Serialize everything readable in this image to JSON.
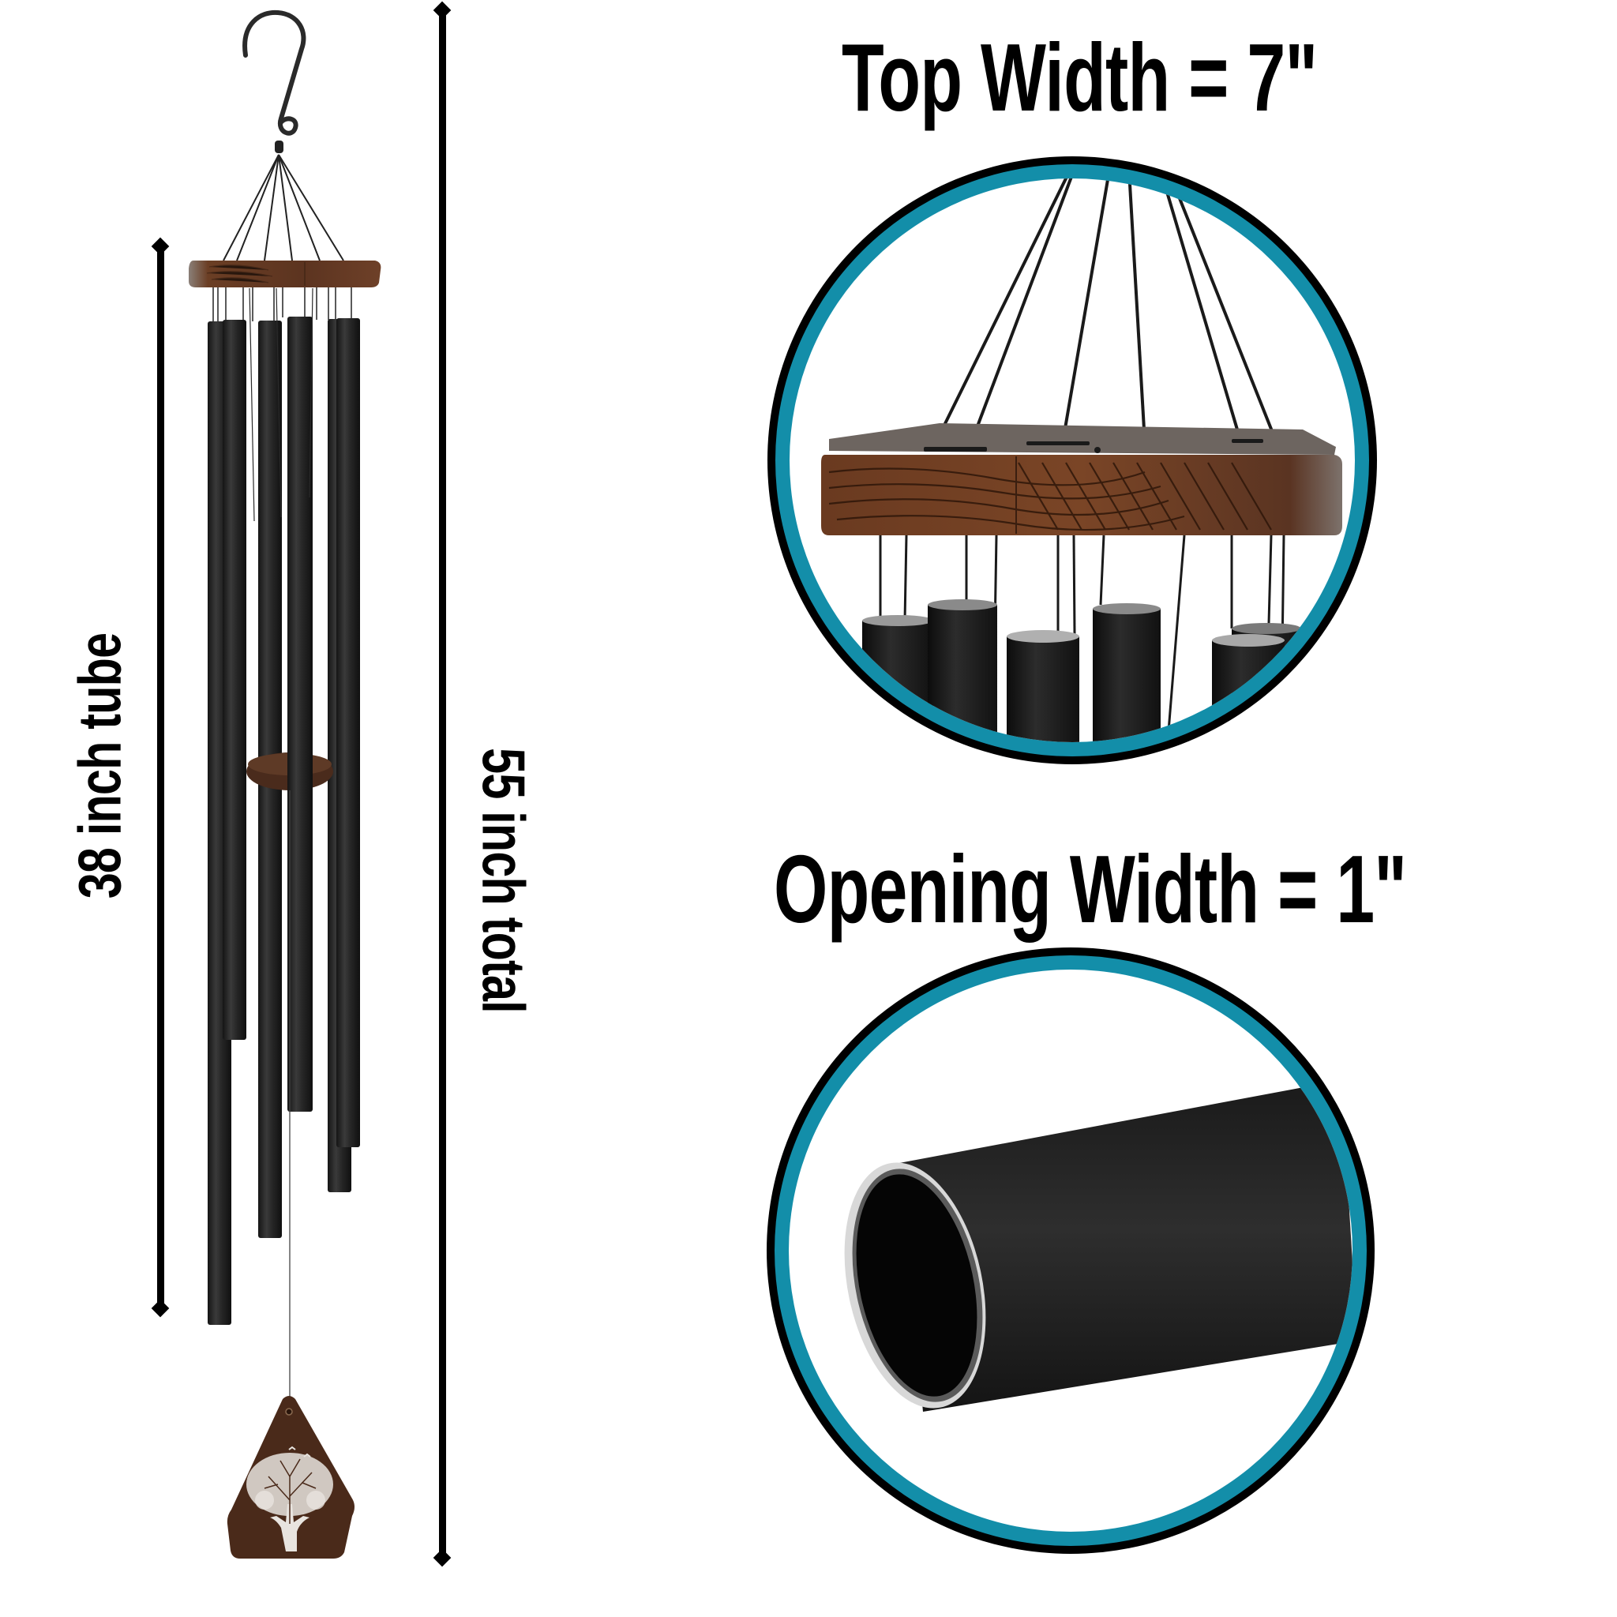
{
  "labels": {
    "top_width": "Top Width = 7\"",
    "opening_width": "Opening Width = 1\"",
    "tube_length": "38 inch tube",
    "total_length": "55 inch total"
  },
  "product": {
    "subject": "wind chime",
    "tube_count": 6,
    "tube_color": "#1e1e1e",
    "wood_color": "#5a3420",
    "accent_ring_color": "#138ea9"
  },
  "detail_views": [
    {
      "name": "top-view",
      "caption": "Top Width = 7\""
    },
    {
      "name": "opening-view",
      "caption": "Opening Width = 1\""
    }
  ]
}
